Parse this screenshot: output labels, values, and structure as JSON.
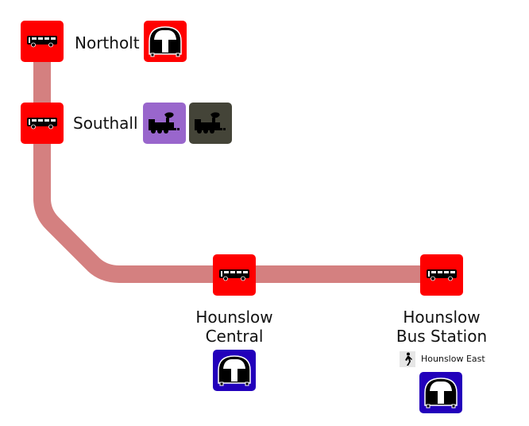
{
  "map": {
    "route_color": "#d48080",
    "stops": [
      {
        "name": "Northolt",
        "interchanges": [
          {
            "type": "underground",
            "color": "#ff0000"
          }
        ]
      },
      {
        "name": "Southall",
        "interchanges": [
          {
            "type": "national-rail",
            "color": "#9966cc"
          },
          {
            "type": "national-rail",
            "color": "#444438"
          }
        ]
      },
      {
        "name_line1": "Hounslow",
        "name_line2": "Central",
        "interchanges": [
          {
            "type": "underground",
            "color": "#2200bb"
          }
        ]
      },
      {
        "name_line1": "Hounslow",
        "name_line2": "Bus Station",
        "walk_to": "Hounslow East",
        "interchanges": [
          {
            "type": "underground",
            "color": "#2200bb"
          }
        ]
      }
    ]
  }
}
